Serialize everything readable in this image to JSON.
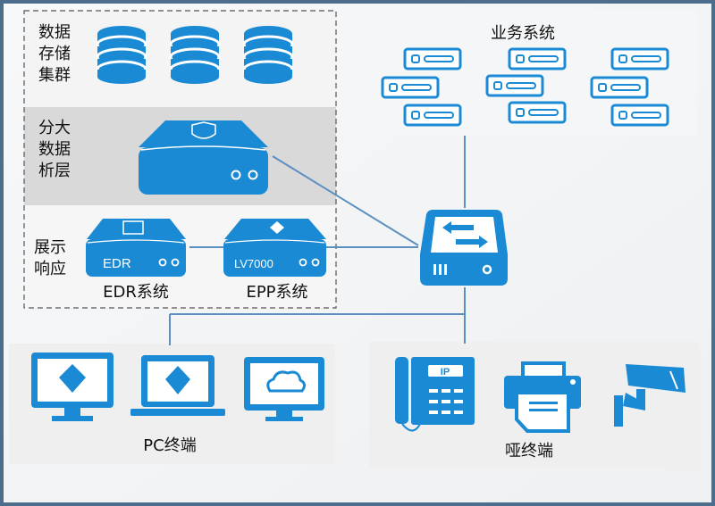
{
  "colors": {
    "accent": "#1a8ad4",
    "frame": "#4c6d8c",
    "line": "#5a8fc0",
    "band_gray": "#d9d9d9",
    "panel": "#efefef"
  },
  "layers": {
    "storage": {
      "label": [
        "数据",
        "存储",
        "集群"
      ],
      "icon": "database-icon"
    },
    "analysis": {
      "label": [
        "分大",
        "数据",
        "析层"
      ],
      "icon": "cloud-shield-server-icon"
    },
    "display": {
      "label": [
        "展示",
        "响应"
      ]
    }
  },
  "devices": {
    "edr": {
      "device_text": "EDR",
      "caption": "EDR系统"
    },
    "epp": {
      "device_text": "LV7000",
      "caption": "EPP系统"
    }
  },
  "business": {
    "title": "业务系统",
    "icon": "server-rack-icon"
  },
  "switch": {
    "icon": "network-switch-icon"
  },
  "pc": {
    "label": "PC终端",
    "icons": [
      "desktop-icon",
      "laptop-icon",
      "cloud-monitor-icon"
    ]
  },
  "dumb": {
    "label": "哑终端",
    "icons": [
      "ip-phone-icon",
      "printer-icon",
      "security-camera-icon"
    ],
    "phone_text": "IP"
  }
}
